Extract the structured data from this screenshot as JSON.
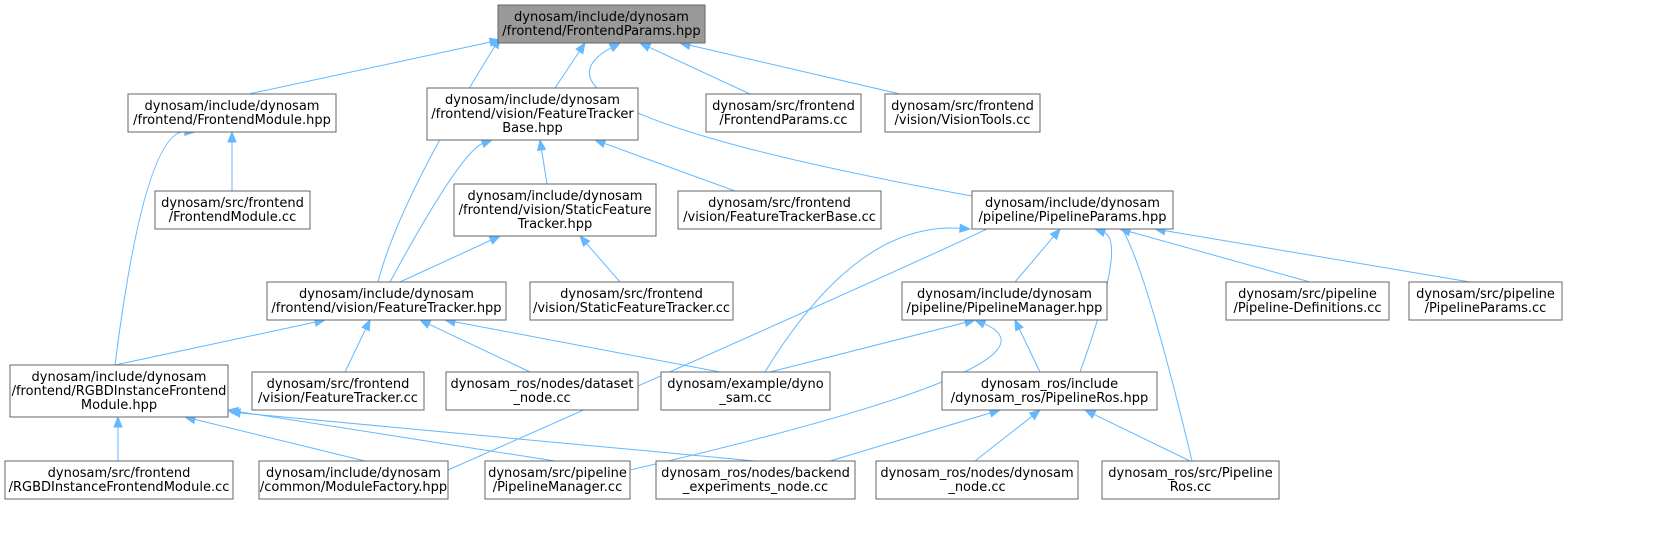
{
  "graph": {
    "nodes": {
      "fp_hpp": [
        "dynosam/include/dynosam",
        "/frontend/FrontendParams.hpp"
      ],
      "fm_hpp": [
        "dynosam/include/dynosam",
        "/frontend/FrontendModule.hpp"
      ],
      "ftb_hpp": [
        "dynosam/include/dynosam",
        "/frontend/vision/FeatureTracker",
        "Base.hpp"
      ],
      "fp_cc": [
        "dynosam/src/frontend",
        "/FrontendParams.cc"
      ],
      "vt_cc": [
        "dynosam/src/frontend",
        "/vision/VisionTools.cc"
      ],
      "fm_cc": [
        "dynosam/src/frontend",
        "/FrontendModule.cc"
      ],
      "sft_hpp": [
        "dynosam/include/dynosam",
        "/frontend/vision/StaticFeature",
        "Tracker.hpp"
      ],
      "ftb_cc": [
        "dynosam/src/frontend",
        "/vision/FeatureTrackerBase.cc"
      ],
      "pp_hpp": [
        "dynosam/include/dynosam",
        "/pipeline/PipelineParams.hpp"
      ],
      "ft_hpp": [
        "dynosam/include/dynosam",
        "/frontend/vision/FeatureTracker.hpp"
      ],
      "sft_cc": [
        "dynosam/src/frontend",
        "/vision/StaticFeatureTracker.cc"
      ],
      "pm_hpp": [
        "dynosam/include/dynosam",
        "/pipeline/PipelineManager.hpp"
      ],
      "pd_cc": [
        "dynosam/src/pipeline",
        "/Pipeline-Definitions.cc"
      ],
      "pp_cc": [
        "dynosam/src/pipeline",
        "/PipelineParams.cc"
      ],
      "rgbd_hpp": [
        "dynosam/include/dynosam",
        "/frontend/RGBDInstanceFrontend",
        "Module.hpp"
      ],
      "ft_cc": [
        "dynosam/src/frontend",
        "/vision/FeatureTracker.cc"
      ],
      "dn_cc": [
        "dynosam_ros/nodes/dataset",
        "_node.cc"
      ],
      "ex_cc": [
        "dynosam/example/dyno",
        "_sam.cc"
      ],
      "pr_hpp": [
        "dynosam_ros/include",
        "/dynosam_ros/PipelineRos.hpp"
      ],
      "rgbd_cc": [
        "dynosam/src/frontend",
        "/RGBDInstanceFrontendModule.cc"
      ],
      "mf_hpp": [
        "dynosam/include/dynosam",
        "/common/ModuleFactory.hpp"
      ],
      "pm_cc": [
        "dynosam/src/pipeline",
        "/PipelineManager.cc"
      ],
      "be_cc": [
        "dynosam_ros/nodes/backend",
        "_experiments_node.cc"
      ],
      "dyn_cc": [
        "dynosam_ros/nodes/dynosam",
        "_node.cc"
      ],
      "pr_cc": [
        "dynosam_ros/src/Pipeline",
        "Ros.cc"
      ]
    },
    "edges": [
      [
        "fm_hpp",
        "fp_hpp"
      ],
      [
        "ft_hpp",
        "fp_hpp"
      ],
      [
        "ftb_hpp",
        "fp_hpp"
      ],
      [
        "pp_hpp",
        "fp_hpp"
      ],
      [
        "fp_cc",
        "fp_hpp"
      ],
      [
        "vt_cc",
        "fp_hpp"
      ],
      [
        "rgbd_hpp",
        "fm_hpp"
      ],
      [
        "fm_cc",
        "fm_hpp"
      ],
      [
        "ft_hpp",
        "ftb_hpp"
      ],
      [
        "sft_hpp",
        "ftb_hpp"
      ],
      [
        "ftb_cc",
        "ftb_hpp"
      ],
      [
        "ft_hpp",
        "sft_hpp"
      ],
      [
        "sft_cc",
        "sft_hpp"
      ],
      [
        "ex_cc",
        "pp_hpp"
      ],
      [
        "mf_hpp",
        "pp_hpp"
      ],
      [
        "pm_hpp",
        "pp_hpp"
      ],
      [
        "pr_hpp",
        "pp_hpp"
      ],
      [
        "pr_cc",
        "pp_hpp"
      ],
      [
        "pd_cc",
        "pp_hpp"
      ],
      [
        "pp_cc",
        "pp_hpp"
      ],
      [
        "rgbd_hpp",
        "ft_hpp"
      ],
      [
        "ft_cc",
        "ft_hpp"
      ],
      [
        "dn_cc",
        "ft_hpp"
      ],
      [
        "ex_cc",
        "ft_hpp"
      ],
      [
        "ex_cc",
        "pm_hpp"
      ],
      [
        "pm_cc",
        "pm_hpp"
      ],
      [
        "pr_hpp",
        "pm_hpp"
      ],
      [
        "rgbd_cc",
        "rgbd_hpp"
      ],
      [
        "mf_hpp",
        "rgbd_hpp"
      ],
      [
        "pm_cc",
        "rgbd_hpp"
      ],
      [
        "be_cc",
        "rgbd_hpp"
      ],
      [
        "be_cc",
        "pr_hpp"
      ],
      [
        "dyn_cc",
        "pr_hpp"
      ],
      [
        "pr_cc",
        "pr_hpp"
      ]
    ],
    "root": "fp_hpp",
    "colors": {
      "edge": "#63b8ff",
      "node_border": "#666666",
      "root_fill": "#999999",
      "node_fill": "#ffffff"
    }
  }
}
